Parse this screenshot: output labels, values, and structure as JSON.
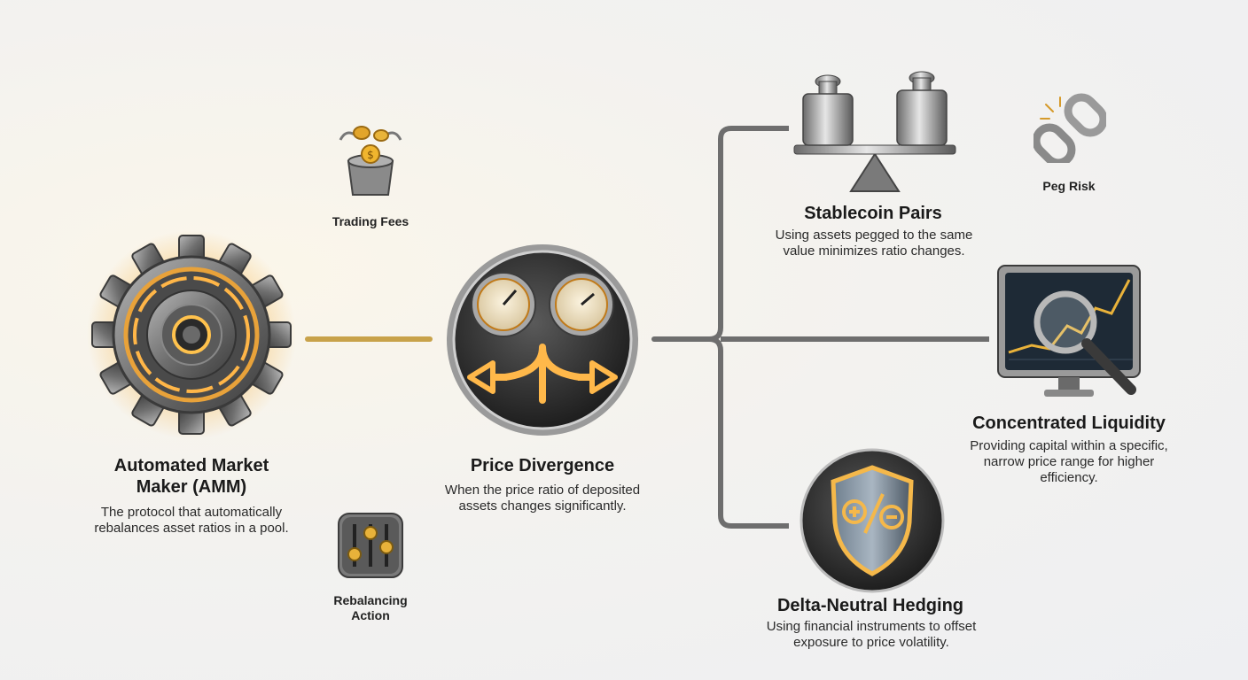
{
  "nodes": {
    "amm": {
      "title": "Automated Market Maker (AMM)",
      "description": "The protocol that automatically rebalances asset ratios in a pool."
    },
    "trading_fees": {
      "label": "Trading Fees"
    },
    "rebalancing_action": {
      "label": "Rebalancing Action"
    },
    "price_divergence": {
      "title": "Price Divergence",
      "description": "When the price ratio of deposited assets changes significantly."
    },
    "stablecoin_pairs": {
      "title": "Stablecoin Pairs",
      "description": "Using assets pegged to the same value minimizes ratio changes."
    },
    "peg_risk": {
      "label": "Peg Risk"
    },
    "concentrated_liquidity": {
      "title": "Concentrated Liquidity",
      "description": "Providing capital within a specific, narrow price range for higher efficiency."
    },
    "delta_neutral_hedging": {
      "title": "Delta-Neutral Hedging",
      "description": "Using financial instruments to offset exposure to price volatility."
    }
  },
  "icons": {
    "amm": "gear-icon",
    "trading_fees": "coin-bucket-icon",
    "rebalancing_action": "sliders-icon",
    "price_divergence": "gauges-arrows-icon",
    "stablecoin_pairs": "balance-scale-icon",
    "peg_risk": "broken-chain-icon",
    "concentrated_liquidity": "monitor-magnifier-icon",
    "delta_neutral_hedging": "shield-plus-minus-icon"
  },
  "colors": {
    "gold_connector": "#c8a24a",
    "gray_connector": "#6e6e6e",
    "glow": "#f5a623"
  }
}
